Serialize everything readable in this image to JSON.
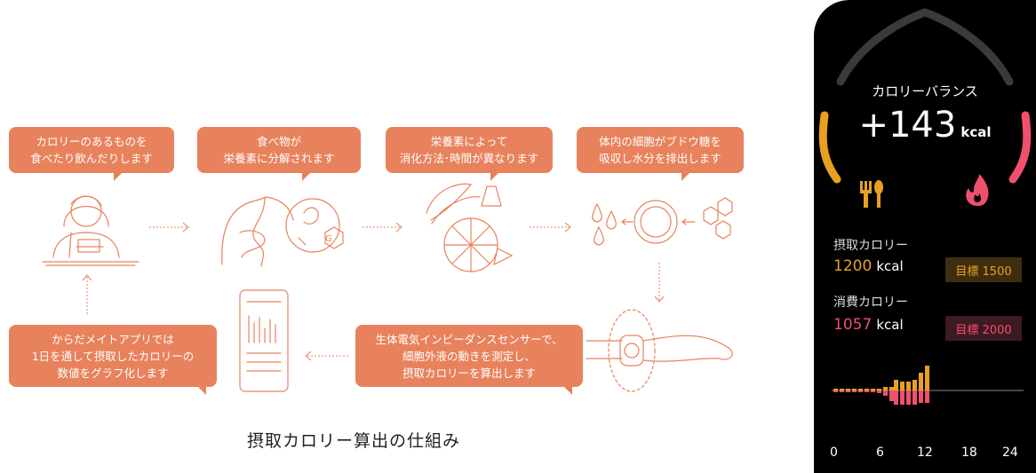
{
  "infographic": {
    "steps": [
      "カロリーのあるものを\n食べたり飲んだりします",
      "食べ物が\n栄養素に分解されます",
      "栄養素によって\n消化方法･時間が異なります",
      "体内の細胞がブドウ糖を\n吸収し水分を排出します",
      "生体電気インピーダンスセンサーで、\n細胞外液の動きを測定し、\n摂取カロリーを算出します",
      "からだメイトアプリでは\n1日を通して摂取したカロリーの\n数値をグラフ化します"
    ],
    "caption": "摂取カロリー算出の仕組み",
    "accent_color": "#e8825c",
    "glucose_label": "G"
  },
  "watch": {
    "title": "カロリーバランス",
    "balance_value": "+143",
    "balance_unit": "kcal",
    "intake_label": "摂取カロリー",
    "intake_value": "1200",
    "intake_unit": "kcal",
    "intake_goal": "目標 1500",
    "burn_label": "消費カロリー",
    "burn_value": "1057",
    "burn_unit": "kcal",
    "burn_goal": "目標 2000",
    "intake_color": "#e8a020",
    "burn_color": "#f0506e",
    "icons": [
      "fork-knife-icon",
      "flame-icon"
    ],
    "hour_ticks": [
      "0",
      "6",
      "12",
      "18",
      "24"
    ]
  }
}
